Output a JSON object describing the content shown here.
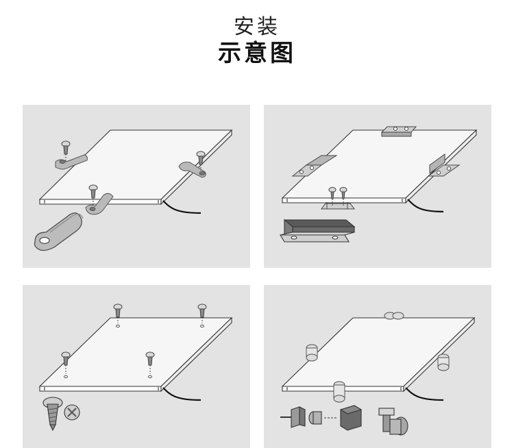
{
  "title": {
    "line1": "安装",
    "line2": "示意图"
  },
  "panels": [
    {
      "name": "clip-mount"
    },
    {
      "name": "bracket-mount"
    },
    {
      "name": "screw-mount"
    },
    {
      "name": "standoff-mount"
    }
  ]
}
